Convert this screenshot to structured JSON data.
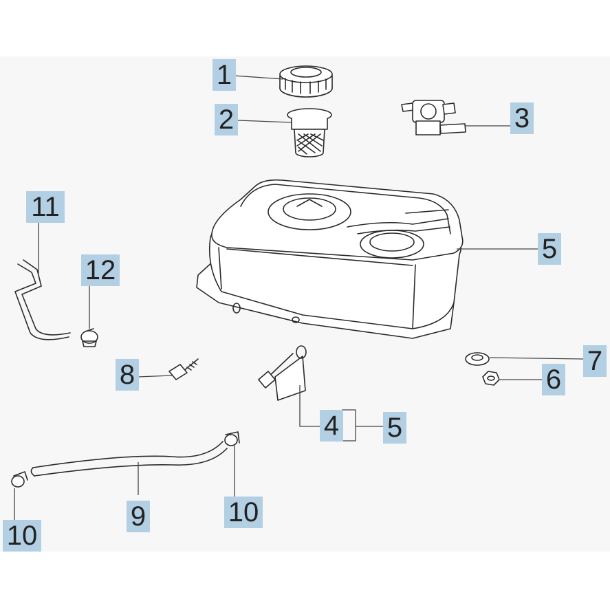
{
  "diagram": {
    "callouts": [
      {
        "key": "c1",
        "label": "1"
      },
      {
        "key": "c2",
        "label": "2"
      },
      {
        "key": "c3",
        "label": "3"
      },
      {
        "key": "c4",
        "label": "4"
      },
      {
        "key": "c5a",
        "label": "5"
      },
      {
        "key": "c5b",
        "label": "5"
      },
      {
        "key": "c6",
        "label": "6"
      },
      {
        "key": "c7",
        "label": "7"
      },
      {
        "key": "c8",
        "label": "8"
      },
      {
        "key": "c9",
        "label": "9"
      },
      {
        "key": "c10a",
        "label": "10"
      },
      {
        "key": "c10b",
        "label": "10"
      },
      {
        "key": "c11",
        "label": "11"
      },
      {
        "key": "c12",
        "label": "12"
      }
    ],
    "colors": {
      "callout_fill": "#b3cfe3",
      "line": "#2a2a2a",
      "panel": "#f7f7f7"
    }
  }
}
